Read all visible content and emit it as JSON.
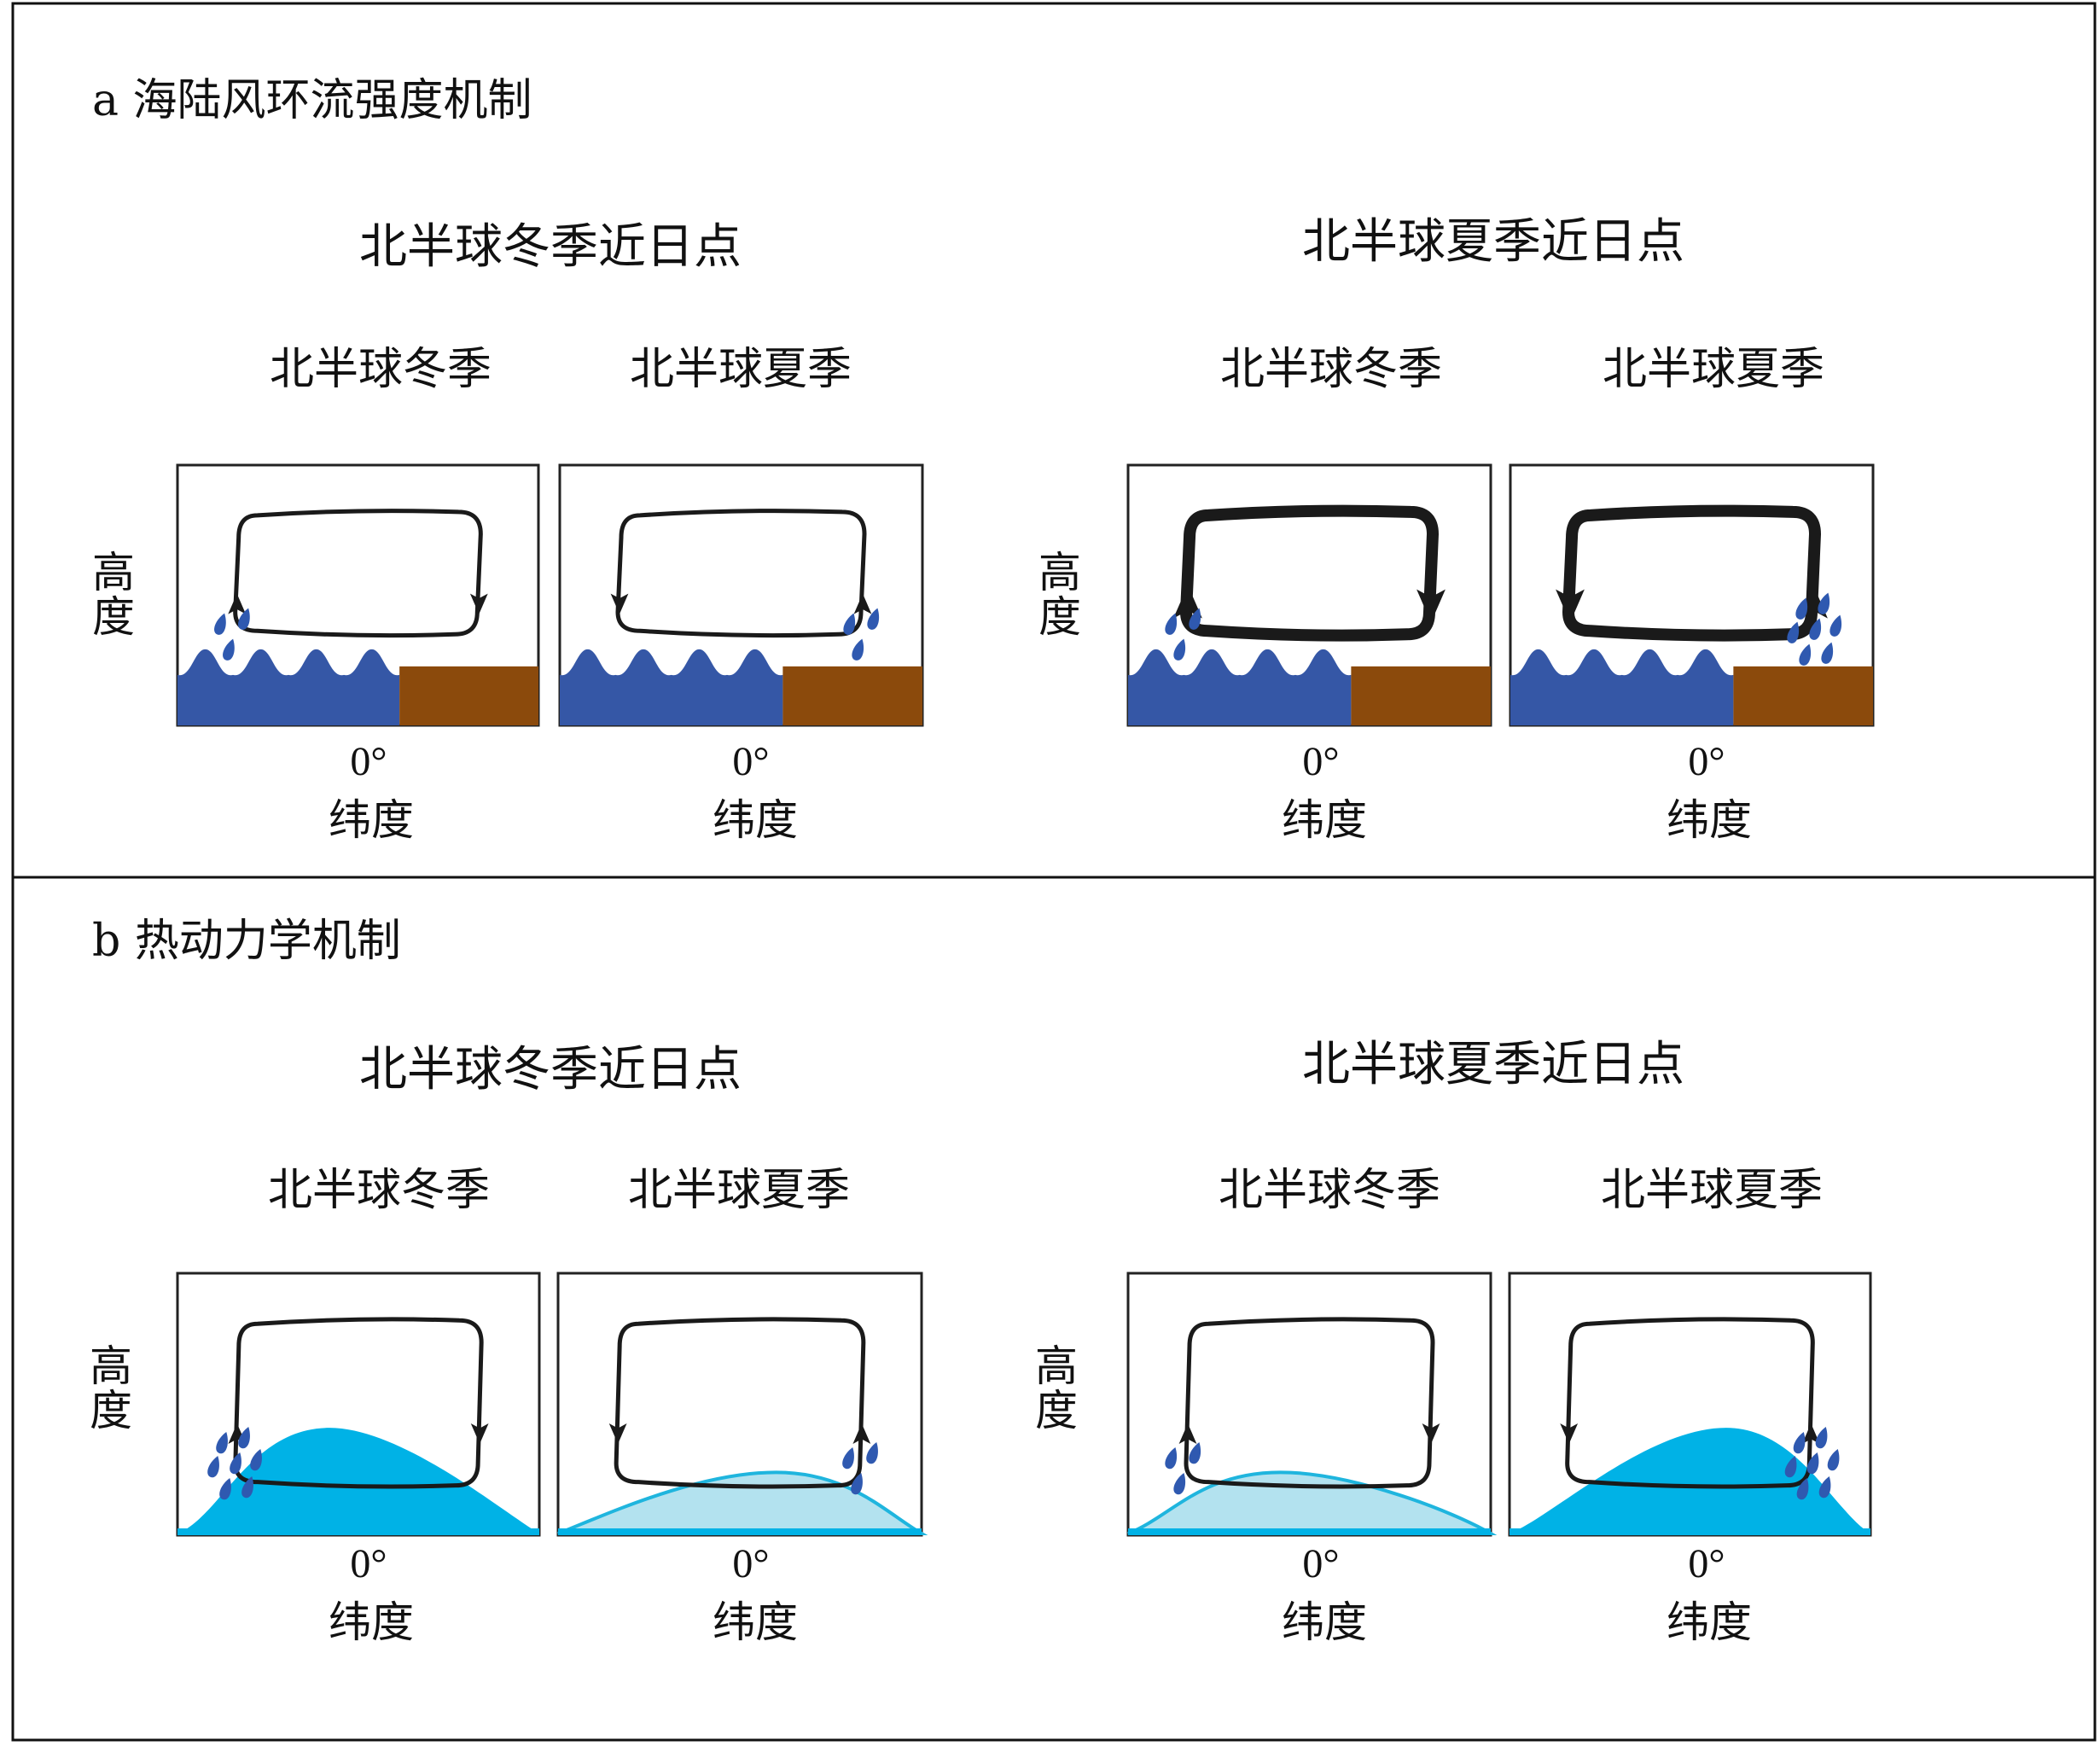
{
  "rows": [
    {
      "title": "a 海陆风环流强度机制",
      "mechanism": "land-sea",
      "groups": [
        {
          "title": "北半球冬季近日点",
          "panels": [
            {
              "season": "北半球冬季",
              "circulation": "clockwise",
              "strength": "normal",
              "rain_side": "left",
              "rain_drops": 3
            },
            {
              "season": "北半球夏季",
              "circulation": "counterclockwise",
              "strength": "normal",
              "rain_side": "right",
              "rain_drops": 3
            }
          ]
        },
        {
          "title": "北半球夏季近日点",
          "panels": [
            {
              "season": "北半球冬季",
              "circulation": "clockwise",
              "strength": "strong",
              "rain_side": "left",
              "rain_drops": 3
            },
            {
              "season": "北半球夏季",
              "circulation": "counterclockwise",
              "strength": "strong",
              "rain_side": "right",
              "rain_drops": 7
            }
          ]
        }
      ]
    },
    {
      "title": "b 热动力学机制",
      "mechanism": "thermodynamic",
      "groups": [
        {
          "title": "北半球冬季近日点",
          "panels": [
            {
              "season": "北半球冬季",
              "circulation": "clockwise",
              "strength": "normal",
              "rain_side": "left",
              "rain_drops": 7,
              "moisture": "high",
              "moisture_peak": "left"
            },
            {
              "season": "北半球夏季",
              "circulation": "counterclockwise",
              "strength": "normal",
              "rain_side": "right",
              "rain_drops": 3,
              "moisture": "low",
              "moisture_peak": "right"
            }
          ]
        },
        {
          "title": "北半球夏季近日点",
          "panels": [
            {
              "season": "北半球冬季",
              "circulation": "clockwise",
              "strength": "normal",
              "rain_side": "left",
              "rain_drops": 3,
              "moisture": "low",
              "moisture_peak": "left"
            },
            {
              "season": "北半球夏季",
              "circulation": "counterclockwise",
              "strength": "normal",
              "rain_side": "right",
              "rain_drops": 7,
              "moisture": "high",
              "moisture_peak": "right"
            }
          ]
        }
      ]
    }
  ],
  "axis": {
    "y_label": "高度",
    "x_label": "纬度",
    "x_tick": "0°"
  },
  "colors": {
    "ocean": "#3557a6",
    "land": "#8b4a0c",
    "moisture_high": "#00b2e6",
    "moisture_low": "#b3e2ef",
    "moisture_low_edge": "#1fb5de",
    "rain": "#2f59b0",
    "circulation": "#1a1a1a",
    "frame": "#222222"
  }
}
